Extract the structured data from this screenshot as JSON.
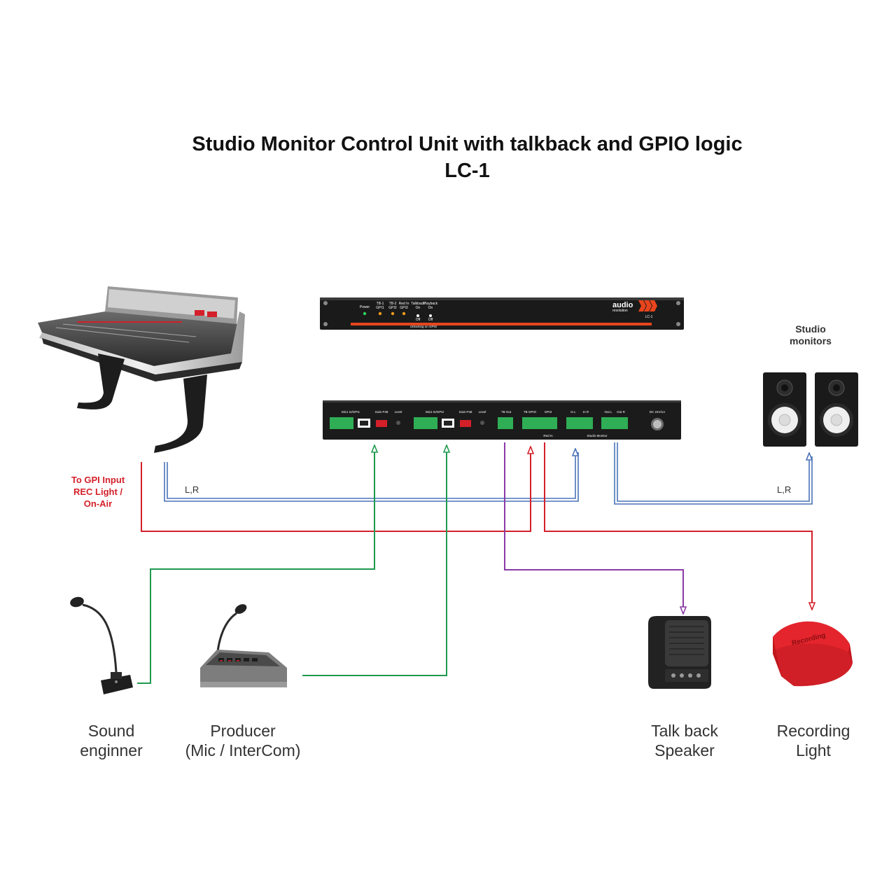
{
  "title": {
    "line1": "Studio Monitor Control Unit with talkback and GPIO logic",
    "line2": "LC-1"
  },
  "labels": {
    "studio_monitors": [
      "Studio",
      "monitors"
    ],
    "gpi_note": [
      "To GPI Input",
      "REC Light  /",
      "On-Air"
    ],
    "lr_left": "L,R",
    "lr_right": "L,R",
    "sound_engineer": [
      "Sound",
      "enginner"
    ],
    "producer": [
      "Producer",
      "(Mic / InterCom)"
    ],
    "talkback_speaker": [
      "Talk back",
      "Speaker"
    ],
    "recording_light": [
      "Recording",
      "Light"
    ],
    "recording_box_text": "Recording"
  },
  "front_panel": {
    "brand": "audio",
    "brand_sub": "resolution",
    "model": "LC-1",
    "indicators": [
      "Power",
      "TB-1 GPI1",
      "TB-2 GPI2",
      "Red In GPI3",
      "Talkback On",
      "Playback On"
    ],
    "strip_text": "Unlocking on GPIO"
  },
  "rear_panel": {
    "labels": [
      "Mic1 In/GPI1",
      "Gain P48",
      "Level",
      "Mic2 In/GPI2",
      "Gain P48",
      "Level",
      "TB Out",
      "TB GPIO",
      "GPI3",
      "In L",
      "In R",
      "Out L",
      "Out R",
      "DC 24V/1A"
    ],
    "group_labels": [
      "Red In",
      "Studio Monitor"
    ]
  },
  "colors": {
    "red": "#d4202a",
    "green": "#1f9a4e",
    "blue": "#4a72b8",
    "purple": "#8a3aa6",
    "accent_orange": "#e8451c"
  }
}
